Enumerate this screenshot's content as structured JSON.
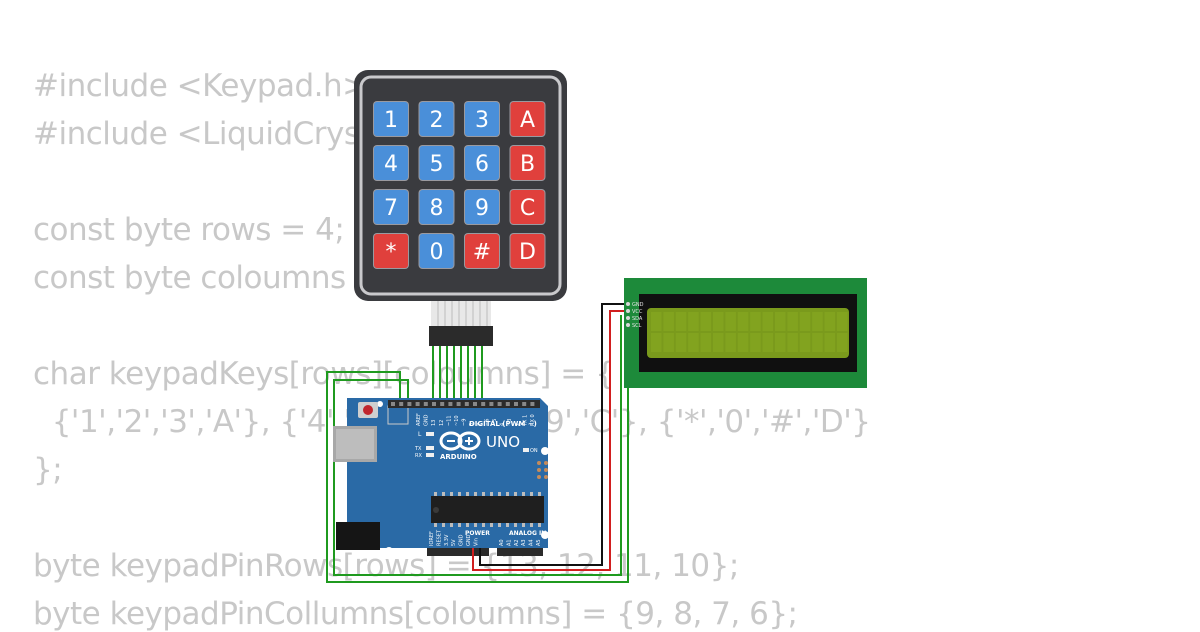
{
  "code": {
    "lines": [
      "#include <Keypad.h>",
      "#include <LiquidCryst",
      "",
      "const byte rows = 4;",
      "const byte coloumns",
      "",
      "char keypadKeys[rows][coloumns] = {",
      "  {'1','2','3','A'}, {'4','5'",
      "};",
      "",
      "byte keypadPinRows[rows] = {13, 12, 11, 10};",
      "byte keypadPinCollumns[coloumns] = {9, 8, 7, 6};"
    ],
    "line_tail_7": "9','C'}, {'*','0','#','D'}"
  },
  "keypad": {
    "keys": [
      {
        "label": "1",
        "kind": "digit"
      },
      {
        "label": "2",
        "kind": "digit"
      },
      {
        "label": "3",
        "kind": "digit"
      },
      {
        "label": "A",
        "kind": "letter"
      },
      {
        "label": "4",
        "kind": "digit"
      },
      {
        "label": "5",
        "kind": "digit"
      },
      {
        "label": "6",
        "kind": "digit"
      },
      {
        "label": "B",
        "kind": "letter"
      },
      {
        "label": "7",
        "kind": "digit"
      },
      {
        "label": "8",
        "kind": "digit"
      },
      {
        "label": "9",
        "kind": "digit"
      },
      {
        "label": "C",
        "kind": "letter"
      },
      {
        "label": "*",
        "kind": "letter"
      },
      {
        "label": "0",
        "kind": "digit"
      },
      {
        "label": "#",
        "kind": "letter"
      },
      {
        "label": "D",
        "kind": "letter"
      }
    ],
    "colors": {
      "digit": "#4a8fd9",
      "letter": "#e0403c",
      "body": "#3a3b3f",
      "frame": "#c9c9cc"
    }
  },
  "arduino": {
    "board_name": "UNO",
    "brand": "ARDUINO",
    "digital_label": "DIGITAL (PWM ~)",
    "power_label": "POWER",
    "analog_label": "ANALOG IN",
    "on_label": "ON",
    "led_labels": [
      "L",
      "TX",
      "RX"
    ],
    "top_pin_labels": [
      "AREF",
      "GND",
      "13",
      "12",
      "~11",
      "~10",
      "~9",
      "8",
      "7",
      "~6",
      "~5",
      "4",
      "~3",
      "2",
      "TX 1",
      "RX 0"
    ],
    "power_pin_labels": [
      "IOREF",
      "RESET",
      "3.3V",
      "5V",
      "GND",
      "GND",
      "Vin"
    ],
    "analog_pin_labels": [
      "A0",
      "A1",
      "A2",
      "A3",
      "A4",
      "A5"
    ],
    "colors": {
      "board": "#2a6aa6",
      "header": "#2b2b2b"
    }
  },
  "lcd": {
    "pin_labels": [
      "GND",
      "VCC",
      "SDA",
      "SCL"
    ],
    "colors": {
      "pcb": "#1d8a3a",
      "bezel": "#101010",
      "screen": "#7a9a1c"
    }
  },
  "wires": {
    "colors": {
      "keypad": "#1f9a1f",
      "ground": "#111111",
      "power": "#d11f1f"
    }
  }
}
